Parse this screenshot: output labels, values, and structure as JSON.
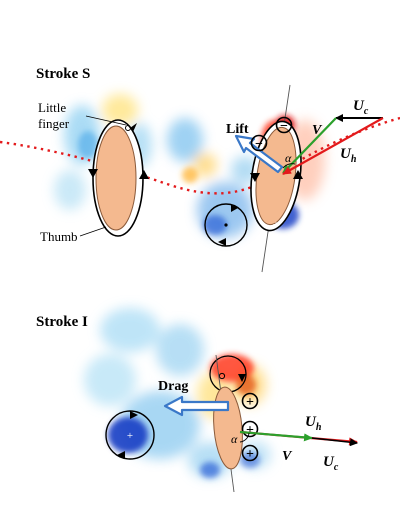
{
  "panels": {
    "stroke_s": {
      "title": "Stroke S",
      "label_little_finger_line1": "Little",
      "label_little_finger_line2": "finger",
      "label_thumb": "Thumb",
      "label_lift": "Lift",
      "label_v": "V",
      "label_uc_main": "U",
      "label_uc_sub": "c",
      "label_uh_main": "U",
      "label_uh_sub": "h",
      "label_alpha": "α",
      "sign_minus": "−",
      "sign_plus": "+"
    },
    "stroke_i": {
      "title": "Stroke I",
      "label_drag": "Drag",
      "label_v": "V",
      "label_uc_main": "U",
      "label_uc_sub": "c",
      "label_uh_main": "U",
      "label_uh_sub": "h",
      "label_alpha": "α",
      "sign_minus": "−",
      "sign_plus": "+"
    }
  },
  "colors": {
    "hand": "#f4b98f",
    "hand_outline": "#8a5a3a",
    "vorticity_positive": "#e31a1c",
    "vorticity_negative": "#1f4fd8",
    "path_dotted": "#e31a1c",
    "vector_v": "#2ca02c",
    "vector_uh": "#e31a1c",
    "vector_uc": "#000000",
    "force_arrow": "#3a78c8"
  }
}
